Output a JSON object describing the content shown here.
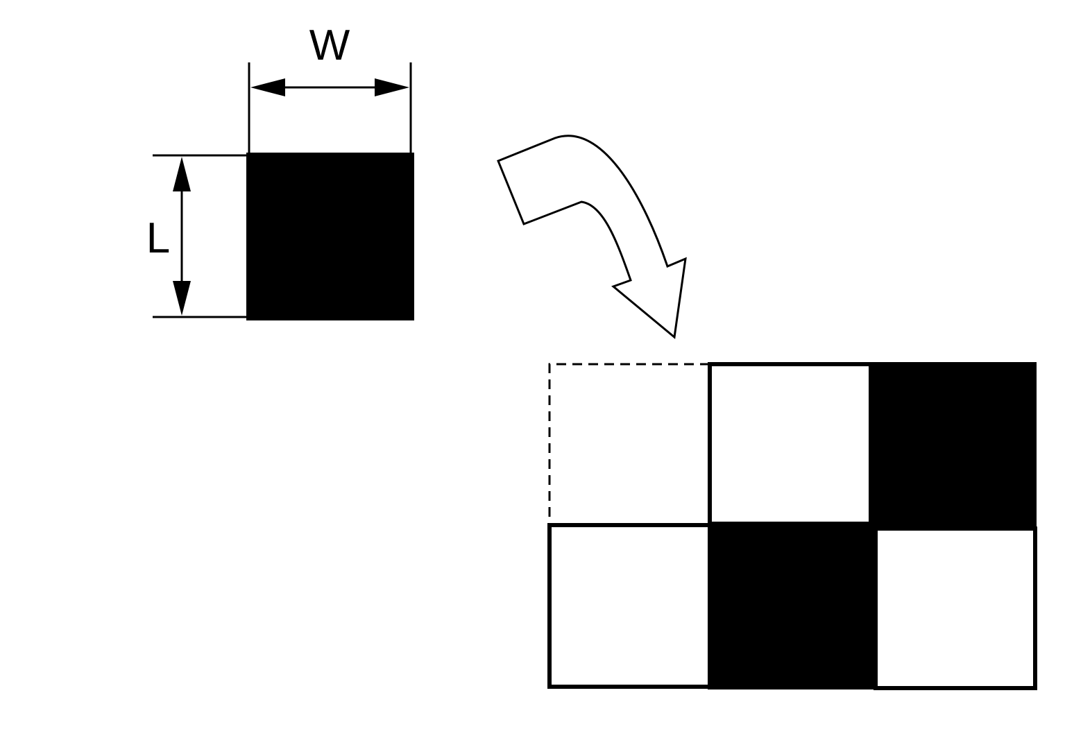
{
  "labels": {
    "width": "W",
    "length": "L"
  },
  "colors": {
    "filled": "#000000",
    "empty": "#ffffff",
    "stroke": "#000000"
  },
  "tile_grid": {
    "rows": 2,
    "cols": 3,
    "cells": [
      [
        "missing",
        "white",
        "black"
      ],
      [
        "white",
        "black",
        "white"
      ]
    ]
  }
}
